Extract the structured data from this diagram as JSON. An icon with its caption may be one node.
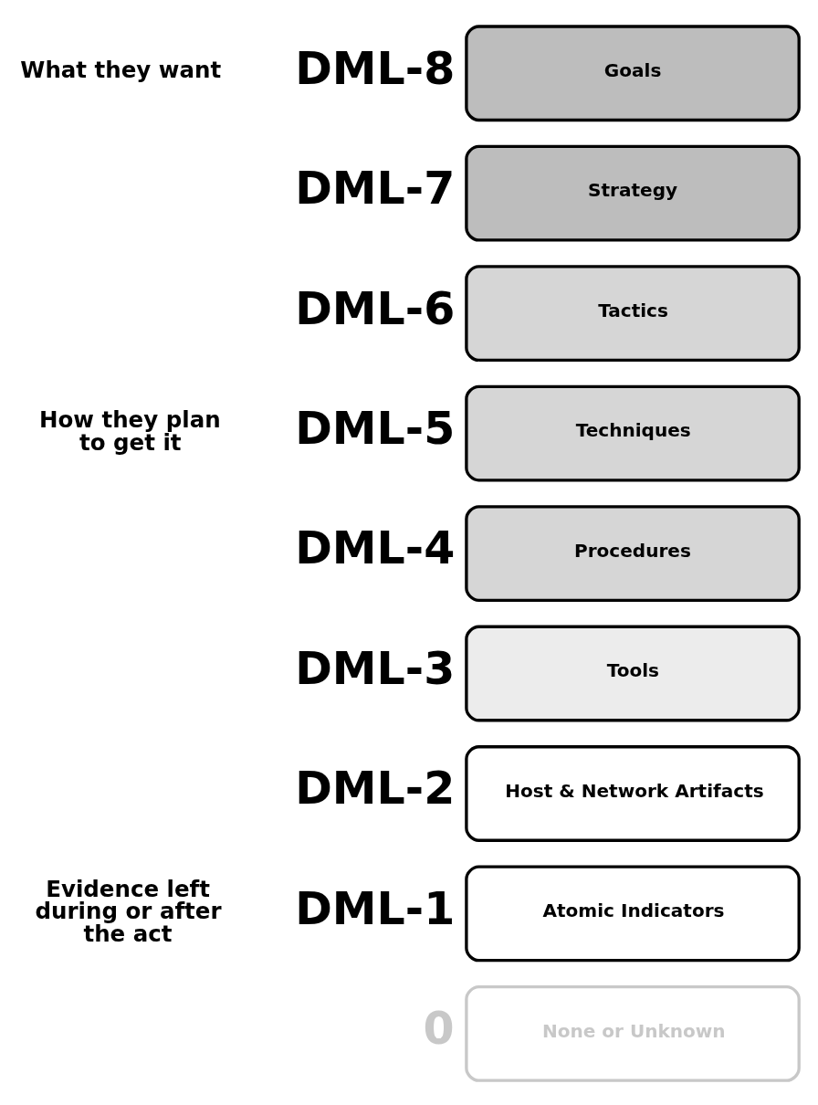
{
  "diagram": {
    "nodes": [
      {
        "text": [
          "Goals"
        ],
        "beside": [
          "DML-8"
        ]
      },
      {
        "text": [
          "Strategy"
        ],
        "beside": [
          "DML-7"
        ]
      },
      {
        "text": [
          "Tactics"
        ],
        "beside": [
          "DML-6"
        ]
      },
      {
        "text": [
          "Techniques"
        ],
        "beside": [
          "DML-5"
        ]
      },
      {
        "text": [
          "Procedures"
        ],
        "beside": [
          "DML-4"
        ]
      },
      {
        "text": [
          "Tools"
        ],
        "beside": [
          "DML-3"
        ]
      },
      {
        "text": [
          "Host & Network Artifacts"
        ],
        "beside": [
          "DML-2"
        ]
      },
      {
        "text": [
          "Atomic Indicators"
        ],
        "beside": [
          "DML-1"
        ]
      },
      {
        "text": [
          "None or Unknown"
        ],
        "beside": [
          "0"
        ]
      }
    ],
    "edges": [],
    "labels": [
      "What they want",
      "How they plan to get it",
      "Evidence left during or after the act"
    ]
  }
}
